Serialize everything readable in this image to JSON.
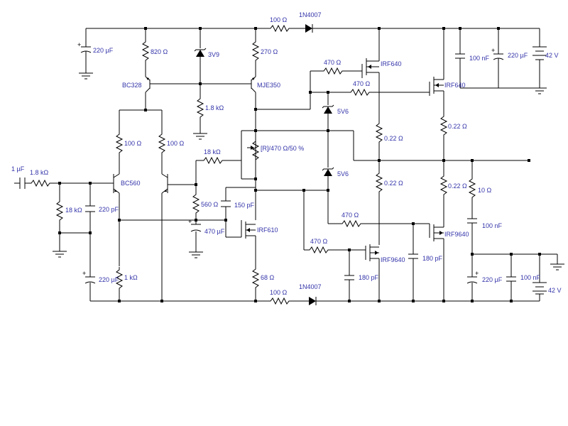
{
  "diagram": {
    "labels": {
      "c1": "220 µF",
      "r_820": "820 Ω",
      "z_3v9": "3V9",
      "r_270": "270 Ω",
      "r_100_top": "100 Ω",
      "d_top": "1N4007",
      "q_bc328": "BC328",
      "q_mje350": "MJE350",
      "r_1k8_mid": "1.8 kΩ",
      "r_470_a": "470 Ω",
      "q_irf640_a": "IRF640",
      "r_470_b": "470 Ω",
      "q_irf640_b": "IRF640",
      "c_100nf_top": "100 nF",
      "c_220_top": "220 µF",
      "v_top": "42 V",
      "z_5v6_a": "5V6",
      "r_022_a": "0.22 Ω",
      "r_022_b": "0.22 Ω",
      "r_100_q5": "100 Ω",
      "r_100_q6": "100 Ω",
      "r_18k_fb": "18 kΩ",
      "pot": "[R]/470 Ω/50 %",
      "c_in": "1 µF",
      "r_in": "1.8 kΩ",
      "q_bc560": "BC560",
      "z_5v6_b": "5V6",
      "r_022_c": "0.22 Ω",
      "r_022_d": "0.22 Ω",
      "r_10": "10 Ω",
      "r_18k_in": "18 kΩ",
      "c_220pf": "220 pF",
      "r_560": "560 Ω",
      "c_150pf": "150 pF",
      "c_470": "470 µF",
      "q_irf610": "IRF610",
      "r_470_c": "470 Ω",
      "q_irf9640_a": "IRF9640",
      "c_100nf_out": "100 nF",
      "r_470_d": "470 Ω",
      "q_irf9640_b": "IRF9640",
      "c_180pf_a": "180 pF",
      "c_180pf_b": "180 pF",
      "c_220_bot": "220 µF",
      "c_100nf_bot": "100 nF",
      "v_bot": "42 V",
      "r_1k": "1 kΩ",
      "c_220_in": "220 µF",
      "r_68": "68 Ω",
      "r_100_bot": "100 Ω",
      "d_bot": "1N4007"
    }
  }
}
